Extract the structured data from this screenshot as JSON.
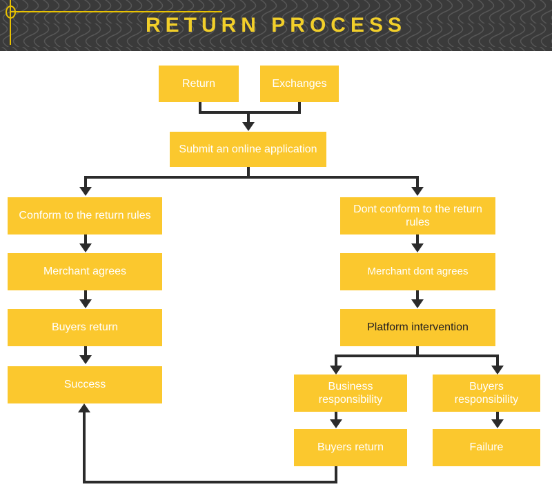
{
  "header": {
    "title": "RETURN PROCESS",
    "background_color": "#3a3a3a",
    "title_color": "#f2cf2a",
    "decoration": {
      "crosshair_icon": "crosshair-icon",
      "line_color": "#e9c200"
    }
  },
  "theme": {
    "node_fill": "#fbc82e",
    "node_text_light": "#ffffff",
    "node_text_dark": "#231f20",
    "connector_color": "#2b2b2b",
    "canvas_background": "#ffffff"
  },
  "chart_data": {
    "type": "diagram",
    "title": "RETURN PROCESS",
    "nodes": [
      {
        "id": "return",
        "label": "Return",
        "text_color": "light"
      },
      {
        "id": "exchanges",
        "label": "Exchanges",
        "text_color": "light"
      },
      {
        "id": "submit",
        "label": "Submit an online application",
        "text_color": "light"
      },
      {
        "id": "conform",
        "label": "Conform to the return rules",
        "text_color": "light"
      },
      {
        "id": "merch_agree",
        "label": "Merchant agrees",
        "text_color": "light"
      },
      {
        "id": "buyers_ret_l",
        "label": "Buyers return",
        "text_color": "light"
      },
      {
        "id": "success",
        "label": "Success",
        "text_color": "light"
      },
      {
        "id": "not_conform",
        "label": "Dont conform to the return rules",
        "text_color": "light"
      },
      {
        "id": "merch_no",
        "label": "Merchant dont agrees",
        "text_color": "light"
      },
      {
        "id": "platform",
        "label": "Platform intervention",
        "text_color": "dark"
      },
      {
        "id": "biz_resp",
        "label": "Business responsibility",
        "text_color": "light"
      },
      {
        "id": "buy_resp",
        "label": "Buyers responsibility",
        "text_color": "light"
      },
      {
        "id": "buyers_ret_r",
        "label": "Buyers return",
        "text_color": "light"
      },
      {
        "id": "failure",
        "label": "Failure",
        "text_color": "light"
      }
    ],
    "edges": [
      {
        "from": "return",
        "to": "submit"
      },
      {
        "from": "exchanges",
        "to": "submit"
      },
      {
        "from": "submit",
        "to": "conform"
      },
      {
        "from": "submit",
        "to": "not_conform"
      },
      {
        "from": "conform",
        "to": "merch_agree"
      },
      {
        "from": "merch_agree",
        "to": "buyers_ret_l"
      },
      {
        "from": "buyers_ret_l",
        "to": "success"
      },
      {
        "from": "not_conform",
        "to": "merch_no"
      },
      {
        "from": "merch_no",
        "to": "platform"
      },
      {
        "from": "platform",
        "to": "biz_resp"
      },
      {
        "from": "platform",
        "to": "buy_resp"
      },
      {
        "from": "biz_resp",
        "to": "buyers_ret_r"
      },
      {
        "from": "buy_resp",
        "to": "failure"
      },
      {
        "from": "buyers_ret_r",
        "to": "success"
      }
    ]
  },
  "nodes": {
    "return": "Return",
    "exchanges": "Exchanges",
    "submit": "Submit an online application",
    "conform": "Conform to the return rules",
    "merchant_agrees": "Merchant agrees",
    "buyers_return_left": "Buyers return",
    "success": "Success",
    "dont_conform": "Dont conform to the return rules",
    "merchant_dont_agrees": "Merchant dont agrees",
    "platform_intervention": "Platform intervention",
    "business_responsibility": "Business responsibility",
    "buyers_responsibility": "Buyers responsibility",
    "buyers_return_right": "Buyers return",
    "failure": "Failure"
  }
}
